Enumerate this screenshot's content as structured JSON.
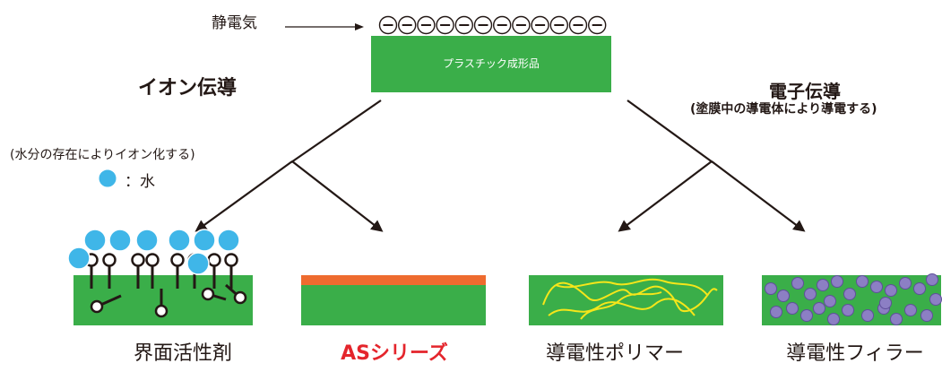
{
  "labels": {
    "static": "静電気",
    "plastic": "プラスチック成形品",
    "ion_conduction": "イオン伝導",
    "ion_note": "(水分の存在によりイオン化する)",
    "water_legend": "：水",
    "electron_conduction": "電子伝導",
    "electron_note": "(塗膜中の導電体により導電する)"
  },
  "categories": {
    "surfactant": "界面活性剤",
    "as_series": "ASシリーズ",
    "conductive_polymer": "導電性ポリマー",
    "conductive_filler": "導電性フィラー"
  },
  "colors": {
    "green": "#3aae49",
    "water": "#3fb6e8",
    "orange": "#ee6b2f",
    "yellow": "#f5e61a",
    "filler": "#8c7fc4",
    "highlight_red": "#e4252c"
  }
}
